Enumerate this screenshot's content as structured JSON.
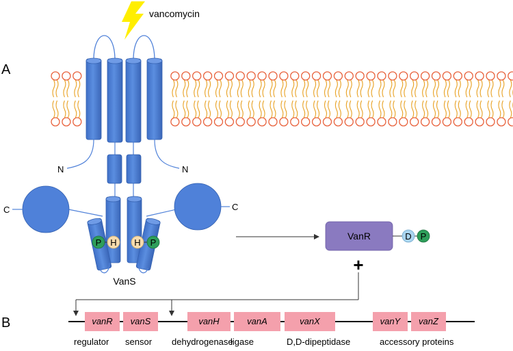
{
  "panels": {
    "a": "A",
    "b": "B"
  },
  "stimulus": {
    "label": "vancomycin",
    "icon": "lightning-bolt-icon",
    "color": "#ffee00"
  },
  "vans": {
    "label": "VanS",
    "n_terminus": "N",
    "c_terminus": "C",
    "histidine": "H",
    "phosphate": "P",
    "color": "#4f81d9"
  },
  "vanr": {
    "label": "VanR",
    "aspartate": "D",
    "phosphate": "P",
    "color": "#8a7ac0",
    "plus": "+"
  },
  "genes": [
    {
      "name": "vanR",
      "function": "regulator"
    },
    {
      "name": "vanS",
      "function": "sensor"
    },
    {
      "name": "vanH",
      "function": "dehydrogenase"
    },
    {
      "name": "vanA",
      "function": "ligase"
    },
    {
      "name": "vanX",
      "function": "D,D-dipeptidase"
    },
    {
      "name": "vanY",
      "function": ""
    },
    {
      "name": "vanZ",
      "function": ""
    }
  ],
  "accessory_label": "accessory proteins",
  "colors": {
    "membrane_head": "#e8603a",
    "membrane_tail": "#e8a020",
    "gene_box": "#f4a0ac",
    "phosphate": "#2e9e5a",
    "histidine": "#f7dcae",
    "aspartate": "#a9d4ef"
  }
}
